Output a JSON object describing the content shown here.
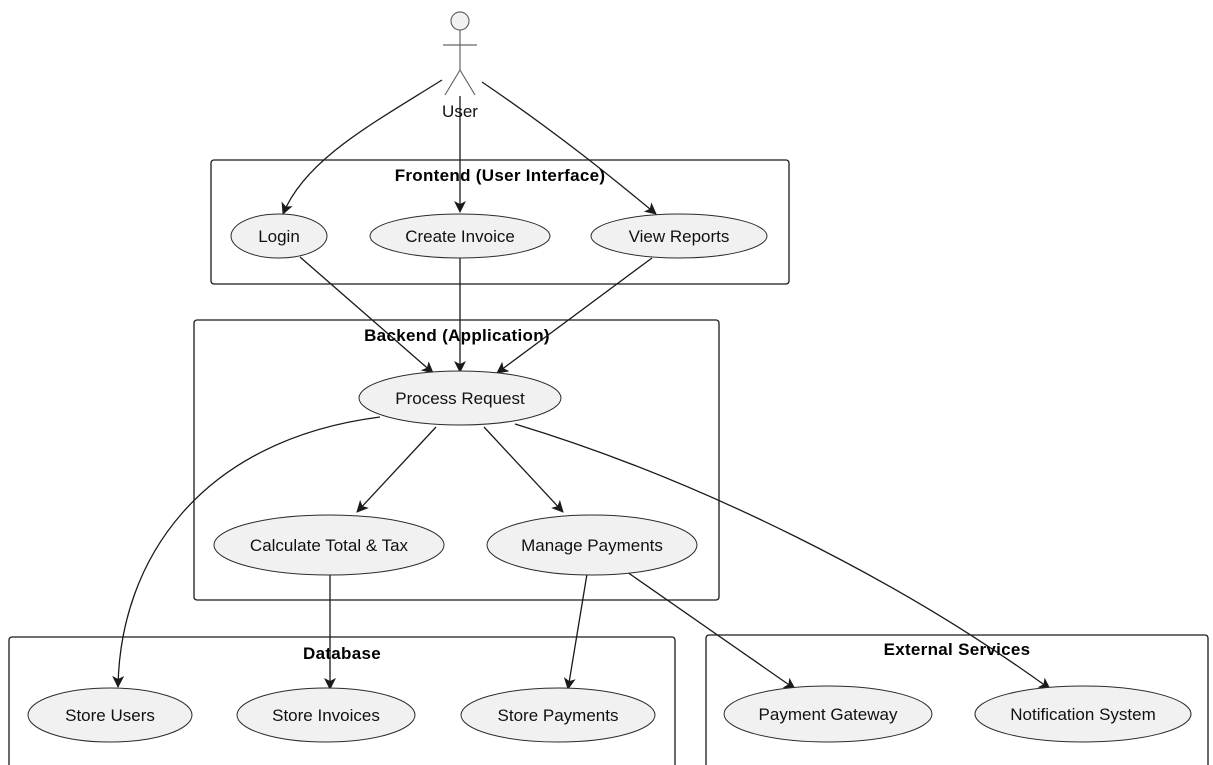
{
  "actor": {
    "name": "User"
  },
  "packages": {
    "frontend": "Frontend (User Interface)",
    "backend": "Backend (Application)",
    "database": "Database",
    "external": "External Services"
  },
  "use_cases": {
    "login": "Login",
    "create_invoice": "Create Invoice",
    "view_reports": "View Reports",
    "process_request": "Process Request",
    "calculate_total": "Calculate Total & Tax",
    "manage_payments": "Manage Payments",
    "store_users": "Store Users",
    "store_invoices": "Store Invoices",
    "store_payments": "Store Payments",
    "payment_gateway": "Payment Gateway",
    "notification_system": "Notification System"
  },
  "relations": [
    {
      "from": "User",
      "to": "Login"
    },
    {
      "from": "User",
      "to": "Create Invoice"
    },
    {
      "from": "User",
      "to": "View Reports"
    },
    {
      "from": "Login",
      "to": "Process Request"
    },
    {
      "from": "Create Invoice",
      "to": "Process Request"
    },
    {
      "from": "View Reports",
      "to": "Process Request"
    },
    {
      "from": "Process Request",
      "to": "Calculate Total & Tax"
    },
    {
      "from": "Process Request",
      "to": "Manage Payments"
    },
    {
      "from": "Process Request",
      "to": "Store Users"
    },
    {
      "from": "Process Request",
      "to": "Notification System"
    },
    {
      "from": "Calculate Total & Tax",
      "to": "Store Invoices"
    },
    {
      "from": "Manage Payments",
      "to": "Store Payments"
    },
    {
      "from": "Manage Payments",
      "to": "Payment Gateway"
    }
  ]
}
